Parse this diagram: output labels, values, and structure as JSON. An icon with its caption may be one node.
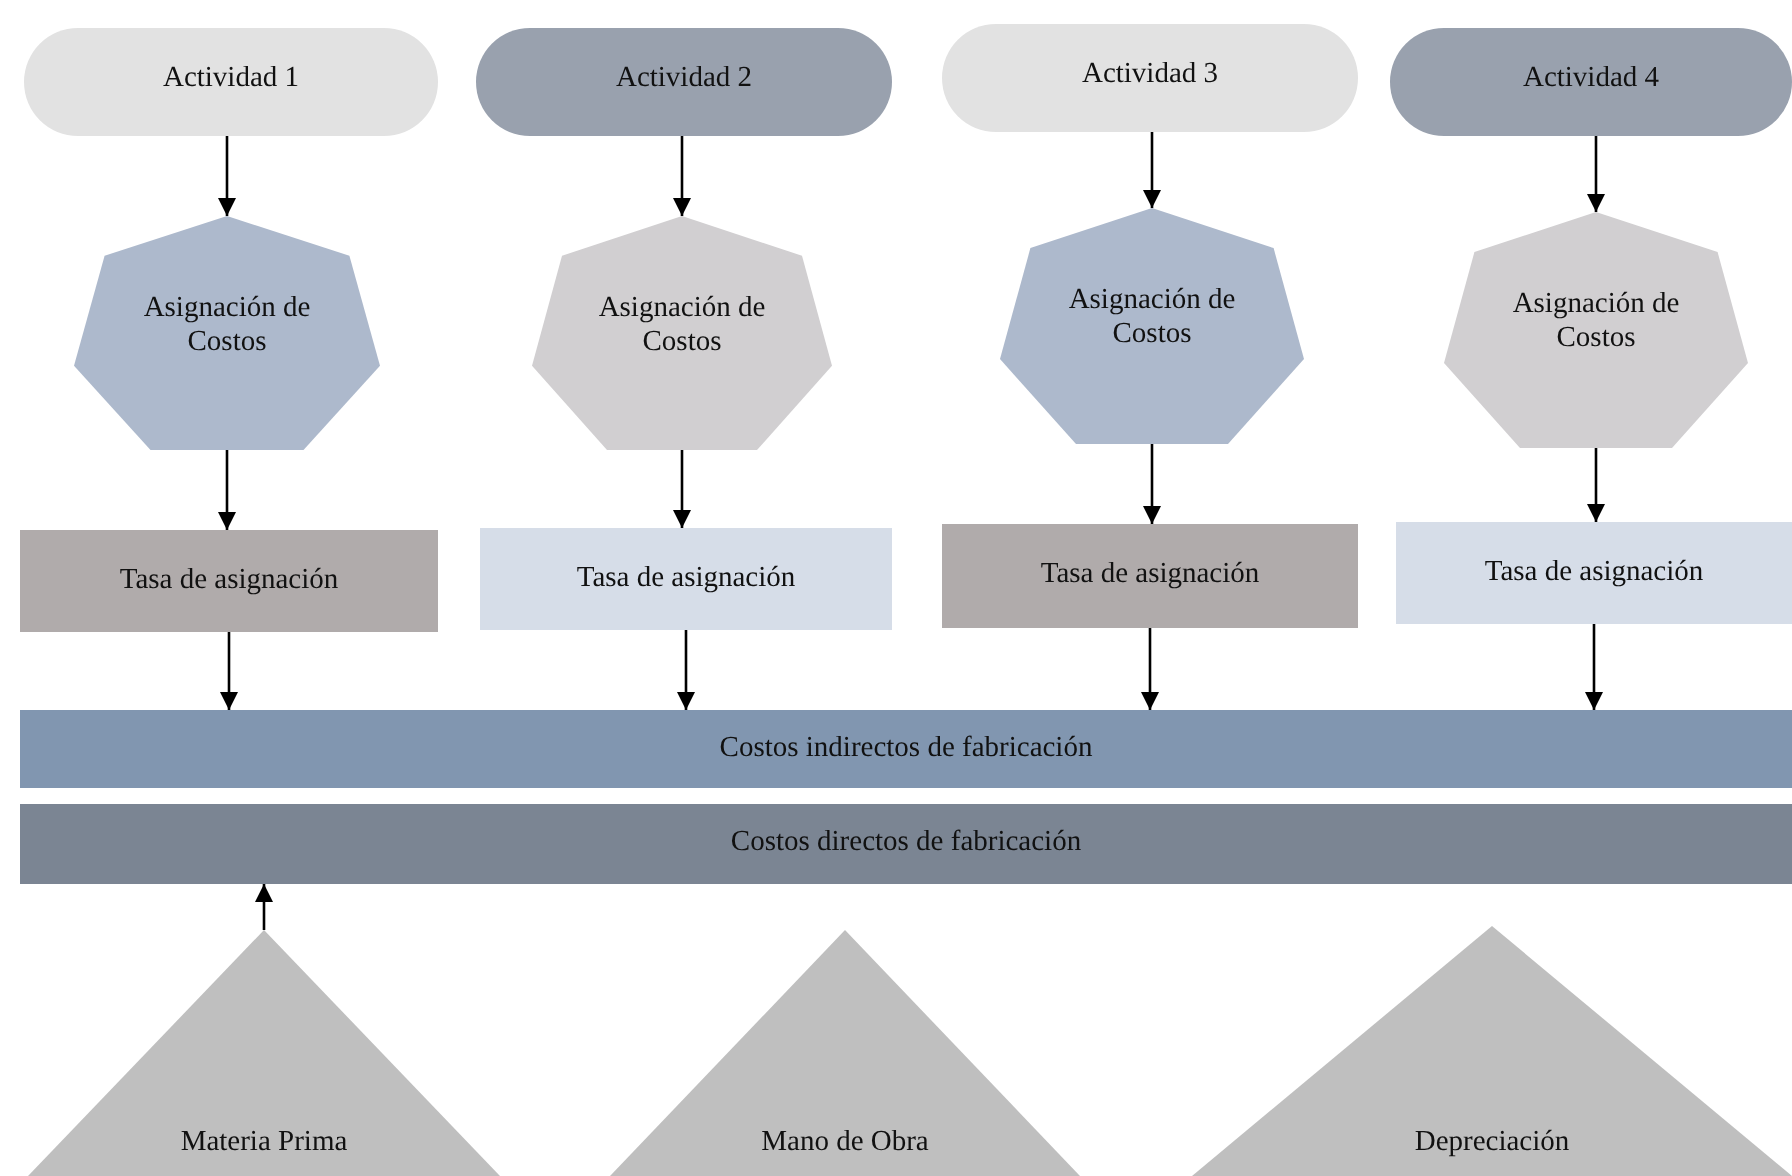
{
  "diagram": {
    "nodes": [
      {
        "text": [
          "Actividad 1"
        ]
      },
      {
        "text": [
          "Actividad 2"
        ]
      },
      {
        "text": [
          "Actividad 3"
        ]
      },
      {
        "text": [
          "Actividad 4"
        ]
      },
      {
        "text": [
          "Asignación de Costos"
        ]
      },
      {
        "text": [
          "Asignación de Costos"
        ]
      },
      {
        "text": [
          "Asignación de Costos"
        ]
      },
      {
        "text": [
          "Asignación de Costos"
        ]
      },
      {
        "text": [
          "Tasa de asignación"
        ]
      },
      {
        "text": [
          "Tasa de asignación"
        ]
      },
      {
        "text": [
          "Tasa de asignación"
        ]
      },
      {
        "text": [
          "Tasa de asignación"
        ]
      },
      {
        "text": [
          "Costos indirectos de fabricación"
        ]
      },
      {
        "text": [
          "Costos directos de fabricación"
        ]
      },
      {
        "text": [
          "Materia Prima"
        ]
      },
      {
        "text": [
          "Mano de Obra"
        ]
      },
      {
        "text": [
          "Depreciación"
        ]
      }
    ],
    "edges": [
      {
        "from": 0,
        "to": 4,
        "arrow": "to"
      },
      {
        "from": 1,
        "to": 5,
        "arrow": "to"
      },
      {
        "from": 2,
        "to": 6,
        "arrow": "to"
      },
      {
        "from": 3,
        "to": 7,
        "arrow": "to"
      },
      {
        "from": 4,
        "to": 8,
        "arrow": "to"
      },
      {
        "from": 5,
        "to": 9,
        "arrow": "to"
      },
      {
        "from": 6,
        "to": 10,
        "arrow": "to"
      },
      {
        "from": 7,
        "to": 11,
        "arrow": "to"
      },
      {
        "from": 8,
        "to": 12,
        "arrow": "to"
      },
      {
        "from": 9,
        "to": 12,
        "arrow": "to"
      },
      {
        "from": 10,
        "to": 12,
        "arrow": "to"
      },
      {
        "from": 11,
        "to": 12,
        "arrow": "to"
      },
      {
        "from": 14,
        "to": 13,
        "arrow": "to"
      }
    ]
  }
}
